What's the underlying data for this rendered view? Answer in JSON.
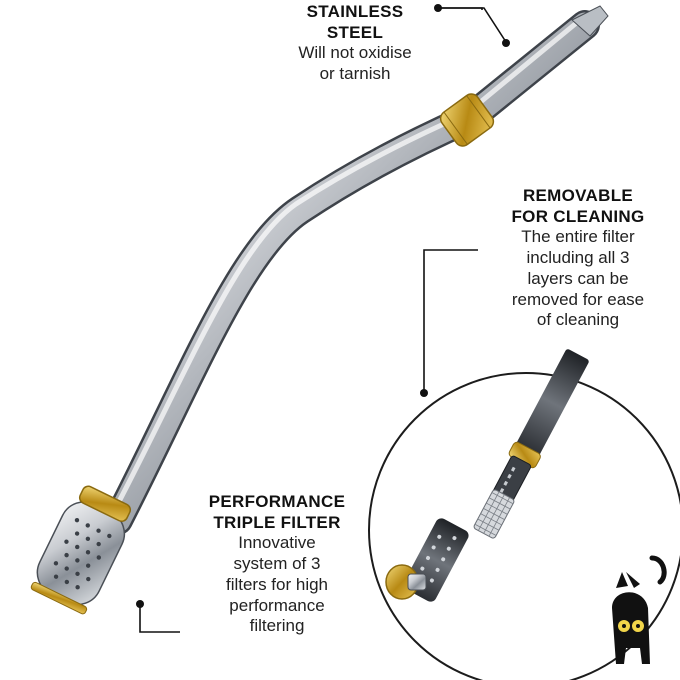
{
  "callouts": {
    "stainless": {
      "title_line1": "STAINLESS",
      "title_line2": "STEEL",
      "desc_line1": "Will not oxidise",
      "desc_line2": "or tarnish"
    },
    "removable": {
      "title_line1": "REMOVABLE",
      "title_line2": "FOR CLEANING",
      "desc_lines": [
        "The entire filter",
        "including all 3",
        "layers can be",
        "removed for ease",
        "of cleaning"
      ]
    },
    "filter": {
      "title_line1": "PERFORMANCE",
      "title_line2": "TRIPLE FILTER",
      "desc_lines": [
        "Innovative",
        "system of 3",
        "filters for high",
        "performance",
        "filtering"
      ]
    }
  },
  "colors": {
    "steel_light": "#e9ecef",
    "steel_dark": "#4a4f56",
    "brass": "#c9a22a",
    "leader": "#111111"
  },
  "icons": {
    "product": "bombilla-straw",
    "detail": "disassembled-filter-magnifier",
    "logo": "black-cat-logo"
  }
}
